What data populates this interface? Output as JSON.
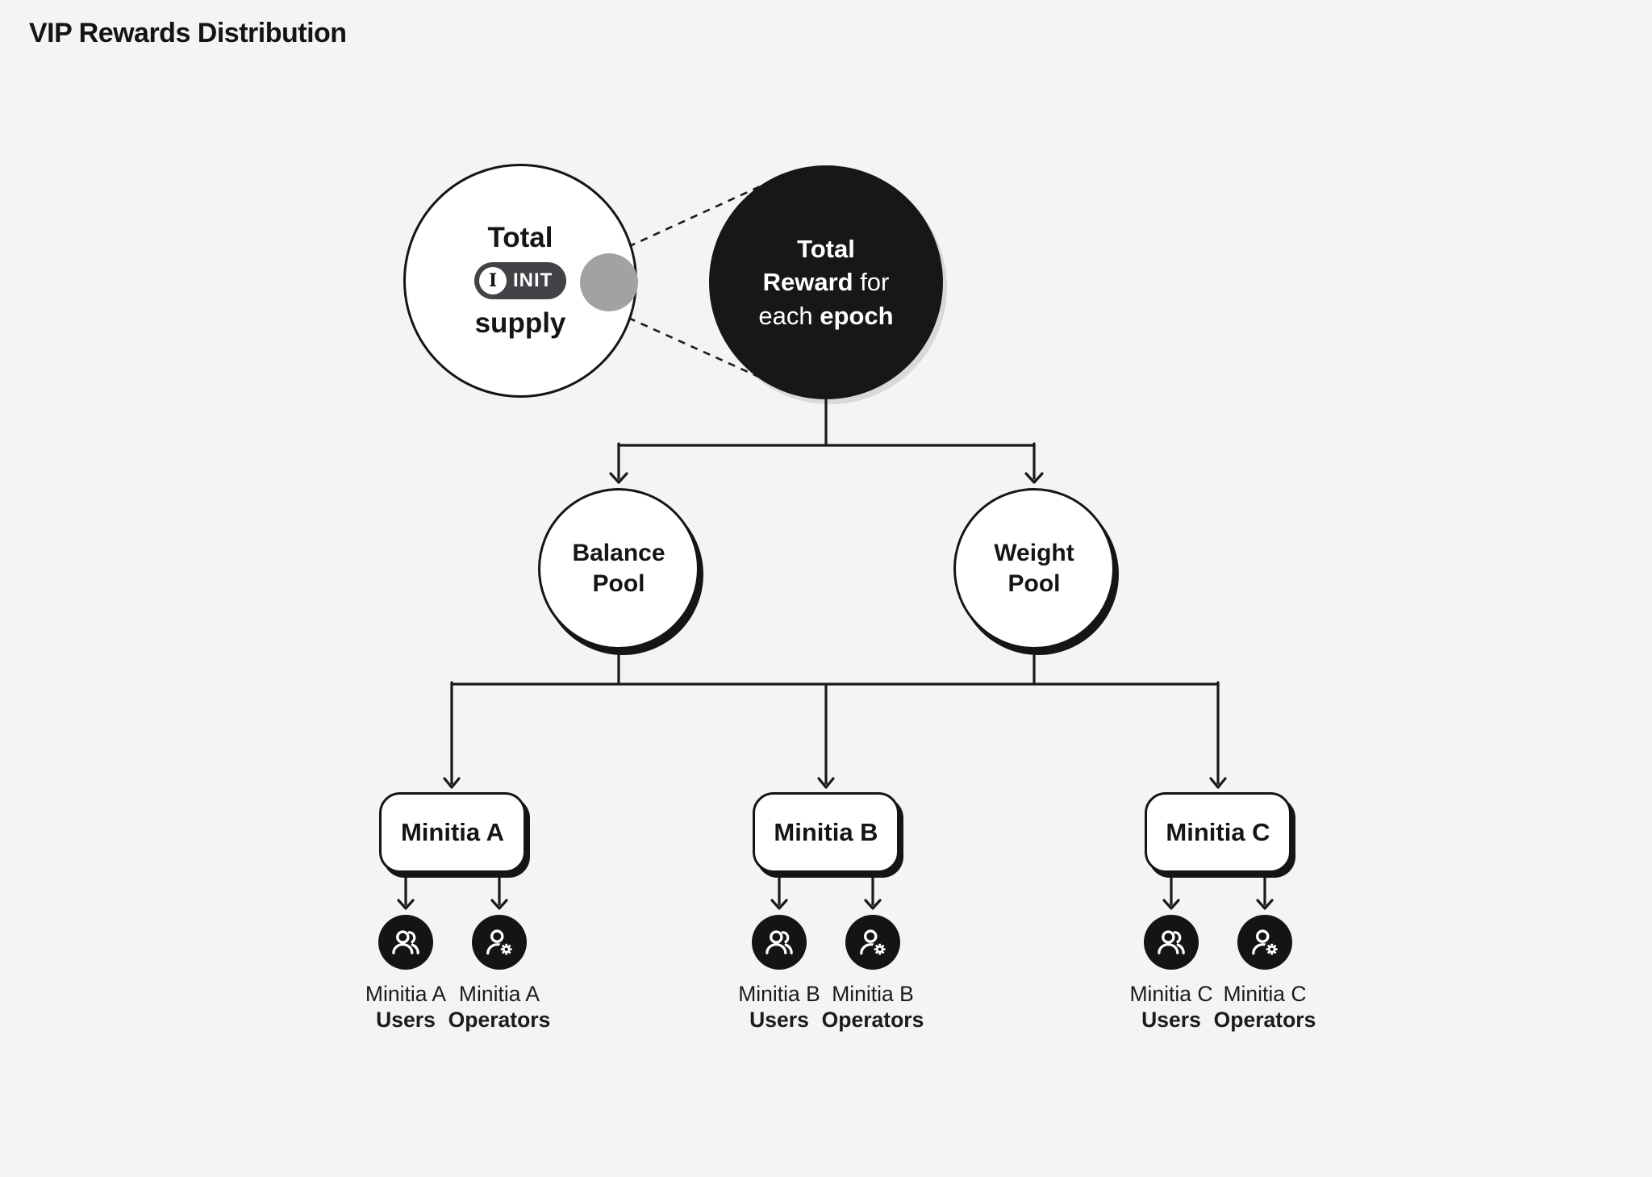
{
  "title": "VIP Rewards Distribution",
  "colors": {
    "background": "#f4f4f6",
    "ink": "#151518",
    "reward_circle_fill": "#17171a",
    "gray_dot": "#a2a2a2",
    "badge_bg": "#424247",
    "icon_circle_fill": "#141417"
  },
  "supply_circle": {
    "top": "Total",
    "badge_label": "INIT",
    "badge_icon": "initia-logo-icon",
    "bottom": "supply"
  },
  "reward_circle": {
    "l1": "Total",
    "l2b": "Reward",
    "l2r": " for",
    "l3r": "each ",
    "l3b": "epoch"
  },
  "pools": {
    "balance": "Balance\nPool",
    "weight": "Weight\nPool"
  },
  "icons": {
    "users": "users-icon",
    "operators": "operator-gear-icon"
  },
  "minitias": [
    {
      "label": "Minitia A",
      "users_line1": "Minitia A",
      "users_line2": "Users",
      "operators_line1": "Minitia A",
      "operators_line2": "Operators"
    },
    {
      "label": "Minitia B",
      "users_line1": "Minitia B",
      "users_line2": "Users",
      "operators_line1": "Minitia B",
      "operators_line2": "Operators"
    },
    {
      "label": "Minitia C",
      "users_line1": "Minitia C",
      "users_line2": "Users",
      "operators_line1": "Minitia C",
      "operators_line2": "Operators"
    }
  ]
}
